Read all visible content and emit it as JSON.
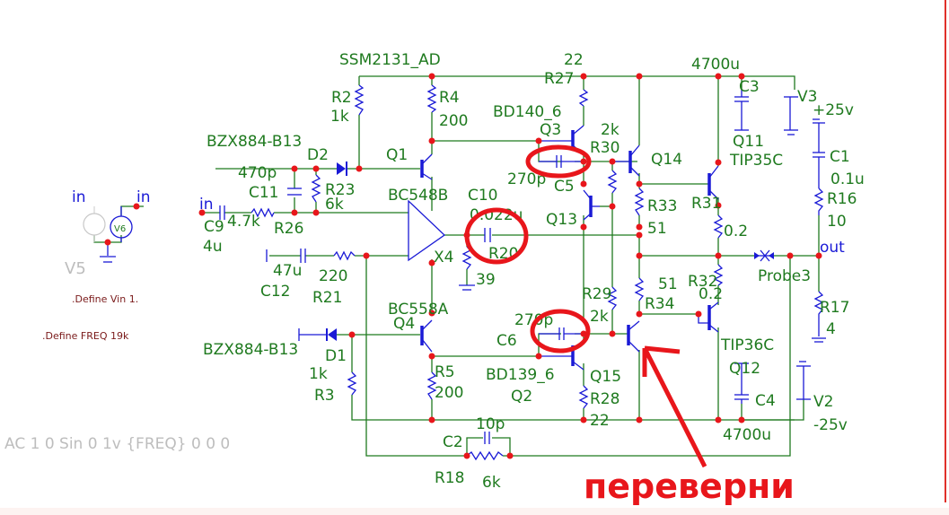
{
  "schematic": {
    "nets": {
      "in_source": "in",
      "in_source2": "in",
      "in_input": "in",
      "out": "out"
    },
    "sources": {
      "V5": {
        "name": "V5",
        "params": "AC 1 0 Sin 0 1v {FREQ} 0 0 0"
      },
      "V6": {
        "name": "V6"
      },
      "V3": {
        "name": "V3",
        "value": "+25v"
      },
      "V2": {
        "name": "V2",
        "value": "-25v"
      }
    },
    "directives": [
      ".Define Vin 1.",
      ".Define FREQ 19k"
    ],
    "opamp": {
      "name": "X4",
      "model": "SSM2131_AD"
    },
    "transistors": [
      {
        "name": "Q1",
        "model": "BC548B"
      },
      {
        "name": "Q4",
        "model": "BC558A"
      },
      {
        "name": "Q3",
        "model": "BD140_6"
      },
      {
        "name": "Q2",
        "model": "BD139_6"
      },
      {
        "name": "Q13",
        "model": ""
      },
      {
        "name": "Q14",
        "model": ""
      },
      {
        "name": "Q15",
        "model": ""
      },
      {
        "name": "Q11",
        "model": "TIP35C"
      },
      {
        "name": "Q12",
        "model": "TIP36C"
      }
    ],
    "diodes": [
      {
        "name": "D2",
        "model": "BZX884-B13"
      },
      {
        "name": "D1",
        "model": "BZX884-B13"
      }
    ],
    "resistors": [
      {
        "name": "R2",
        "value": "1k"
      },
      {
        "name": "R4",
        "value": "200"
      },
      {
        "name": "R23",
        "value": "6k"
      },
      {
        "name": "R26",
        "value": "4.7k"
      },
      {
        "name": "R21",
        "value": "220"
      },
      {
        "name": "R20",
        "value": "39"
      },
      {
        "name": "R27",
        "value": "22"
      },
      {
        "name": "R30",
        "value": "2k"
      },
      {
        "name": "R33",
        "value": "51"
      },
      {
        "name": "R31",
        "value": "0.2"
      },
      {
        "name": "R32",
        "value": "0.2"
      },
      {
        "name": "R34",
        "value": "51"
      },
      {
        "name": "R29",
        "value": "2k"
      },
      {
        "name": "R28",
        "value": "22"
      },
      {
        "name": "R5",
        "value": "200"
      },
      {
        "name": "R3",
        "value": "1k"
      },
      {
        "name": "R18",
        "value": "6k"
      },
      {
        "name": "R16",
        "value": "10"
      },
      {
        "name": "R17",
        "value": "4"
      }
    ],
    "capacitors": [
      {
        "name": "C9",
        "value": "4u"
      },
      {
        "name": "C11",
        "value": "470p"
      },
      {
        "name": "C12",
        "value": "47u"
      },
      {
        "name": "C10",
        "value": "0.022u"
      },
      {
        "name": "C5",
        "value": "270p"
      },
      {
        "name": "C6",
        "value": "270p"
      },
      {
        "name": "C2",
        "value": "10p"
      },
      {
        "name": "C3",
        "value": "4700u"
      },
      {
        "name": "C4",
        "value": "4700u"
      },
      {
        "name": "C1",
        "value": "0.1u"
      }
    ],
    "probe": {
      "name": "Probe3"
    }
  },
  "annotation": {
    "text": "переверни",
    "color": "#e8161b",
    "highlighted_components": [
      "C5",
      "C10",
      "C6"
    ],
    "arrow_target": "Q15"
  }
}
